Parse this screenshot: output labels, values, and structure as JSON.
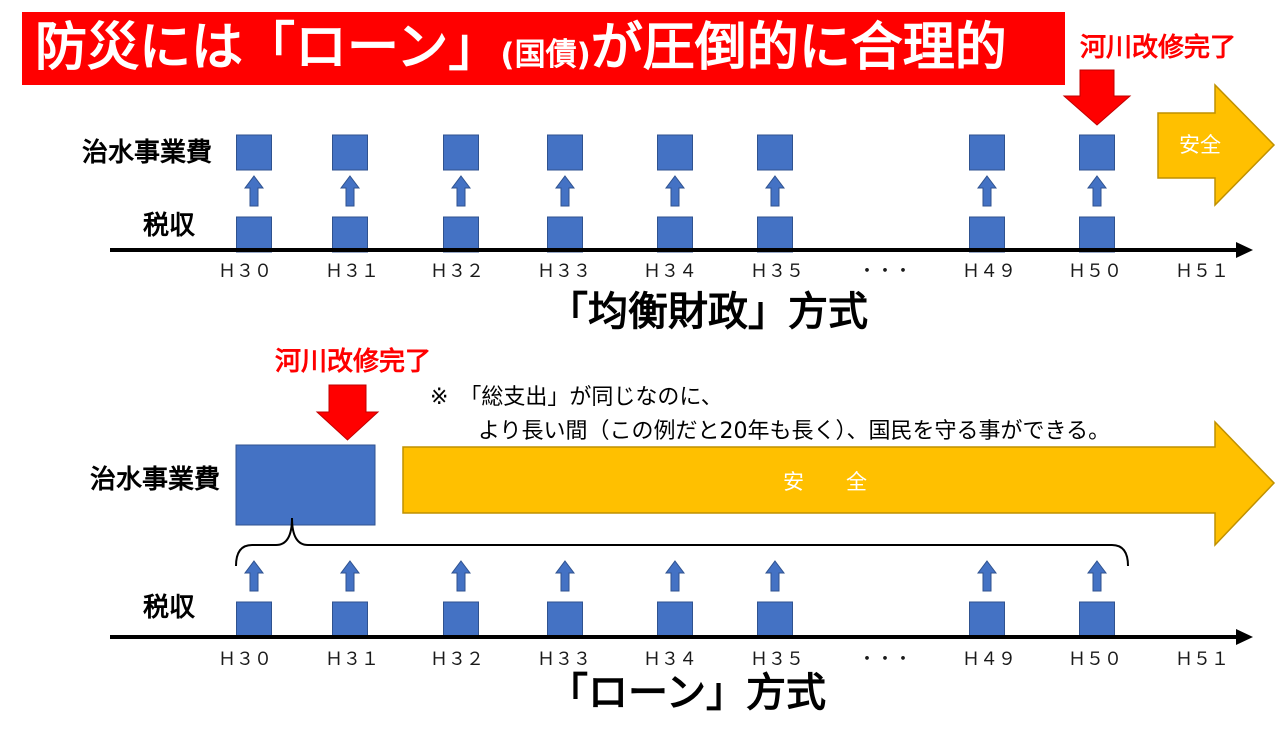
{
  "title": {
    "lead": "防災には「ローン」",
    "aside": "(国債)",
    "tail": "が圧倒的に合理的"
  },
  "timeline": {
    "ticks": [
      "Ｈ３０",
      "Ｈ３１",
      "Ｈ３２",
      "Ｈ３３",
      "Ｈ３４",
      "Ｈ３５",
      "・・・",
      "Ｈ４９",
      "Ｈ５０",
      "Ｈ５１"
    ]
  },
  "balanced_budget": {
    "completion_label": "河川改修完了",
    "flood_control_label": "治水事業費",
    "tax_label": "税収",
    "safe_label": "安全",
    "method_label": "「均衡財政」方式"
  },
  "loan": {
    "completion_label": "河川改修完了",
    "note": [
      "※　「総支出」が同じなのに、",
      "より長い間（この例だと20年も長く）、国民を守る事ができる。"
    ],
    "flood_control_label": "治水事業費",
    "tax_label": "税収",
    "safe_label": "安　　全",
    "method_label": "「ローン」方式"
  },
  "colors": {
    "title_banner": "#FF0000",
    "completion_marker": "#FF0000",
    "budget_block": "#4472C4",
    "safe_arrow": "#FFC000",
    "text": "#000000"
  },
  "icons": {
    "completion_marker": "down-arrow",
    "funding_flow": "up-arrow",
    "safe_period": "right-arrow",
    "timeline_axis": "right-arrow",
    "grouping": "curly-brace"
  }
}
